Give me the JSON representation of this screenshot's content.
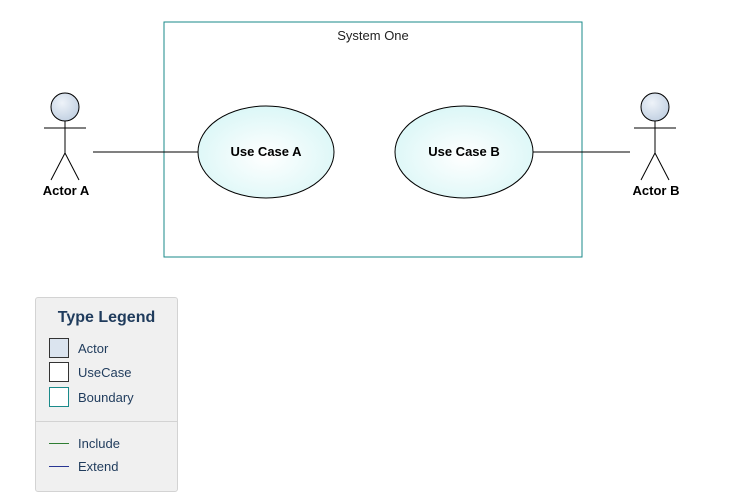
{
  "diagram": {
    "system": {
      "label": "System One",
      "border_color": "#1a8a8a"
    },
    "actors": [
      {
        "id": "actor-a",
        "label": "Actor A"
      },
      {
        "id": "actor-b",
        "label": "Actor B"
      }
    ],
    "use_cases": [
      {
        "id": "use-case-a",
        "label": "Use Case A"
      },
      {
        "id": "use-case-b",
        "label": "Use Case B"
      }
    ],
    "associations": [
      {
        "from": "Actor A",
        "to": "Use Case A"
      },
      {
        "from": "Use Case B",
        "to": "Actor B"
      }
    ]
  },
  "legend": {
    "title": "Type Legend",
    "types": [
      {
        "label": "Actor",
        "fill": "#dbe4ef",
        "border": "#333333"
      },
      {
        "label": "UseCase",
        "fill": "#ffffff",
        "border": "#333333"
      },
      {
        "label": "Boundary",
        "fill": "#ffffff",
        "border": "#1a8a8a"
      }
    ],
    "lines": [
      {
        "label": "Include",
        "color": "#2e7d32"
      },
      {
        "label": "Extend",
        "color": "#283593"
      }
    ]
  }
}
